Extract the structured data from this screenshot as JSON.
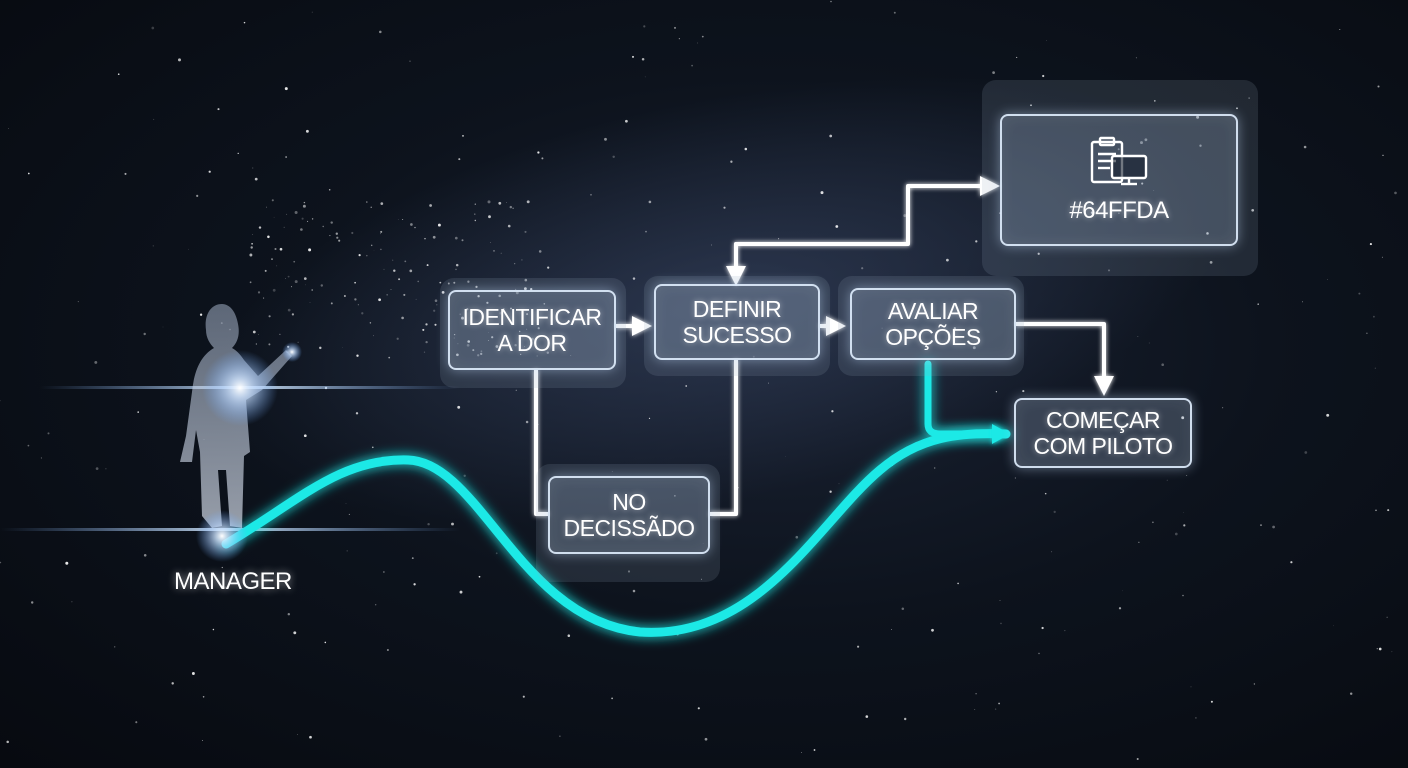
{
  "manager": {
    "label": "MANAGER"
  },
  "nodes": {
    "identify": "IDENTIFICAR\nA DOR",
    "define": "DEFINIR\nSUCESSO",
    "evaluate": "AVALIAR\nOPÇÕES",
    "pilot": "COMEÇAR\nCOM PILOTO",
    "decision": "NO\nDECISSÃDO",
    "icon_box": "#64FFDA"
  },
  "icons": {
    "icon_box": "clipboard-monitor-icon"
  },
  "colors": {
    "accent_path": "#1de9e6",
    "connector": "#ffffff",
    "background": "#0b1019"
  }
}
